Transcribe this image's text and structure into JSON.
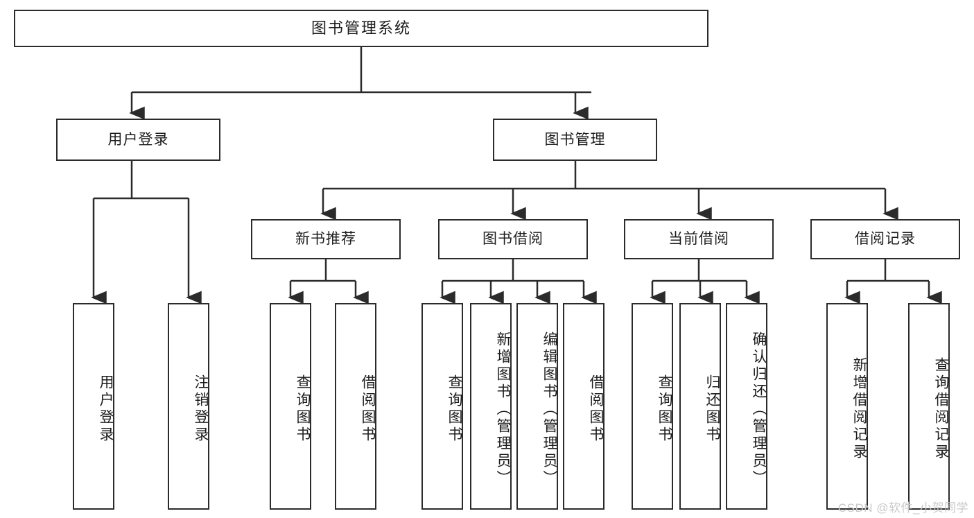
{
  "diagram": {
    "type": "tree-hierarchy",
    "title": "图书管理系统",
    "watermark": "CSDN @软件_小贺同学",
    "colors": {
      "stroke": "#2b2b2b",
      "fill": "#ffffff",
      "text": "#1c1c1c",
      "watermark": "#c9c9c9"
    },
    "levels": {
      "root": {
        "label": "图书管理系统"
      },
      "level2": [
        {
          "label": "用户登录"
        },
        {
          "label": "图书管理"
        }
      ],
      "level3": [
        {
          "label": "新书推荐"
        },
        {
          "label": "图书借阅"
        },
        {
          "label": "当前借阅"
        },
        {
          "label": "借阅记录"
        }
      ],
      "leaves": {
        "user_login": [
          {
            "label": "用户登录"
          },
          {
            "label": "注销登录"
          }
        ],
        "new_book_recommend": [
          {
            "label": "查询图书"
          },
          {
            "label": "借阅图书"
          }
        ],
        "book_borrow": [
          {
            "label": "查询图书"
          },
          {
            "label": "新增图书（管理员）"
          },
          {
            "label": "编辑图书（管理员）"
          },
          {
            "label": "借阅图书"
          }
        ],
        "current_borrow": [
          {
            "label": "查询图书"
          },
          {
            "label": "归还图书"
          },
          {
            "label": "确认归还（管理员）"
          }
        ],
        "borrow_record": [
          {
            "label": "新增借阅记录"
          },
          {
            "label": "查询借阅记录"
          }
        ]
      }
    }
  }
}
